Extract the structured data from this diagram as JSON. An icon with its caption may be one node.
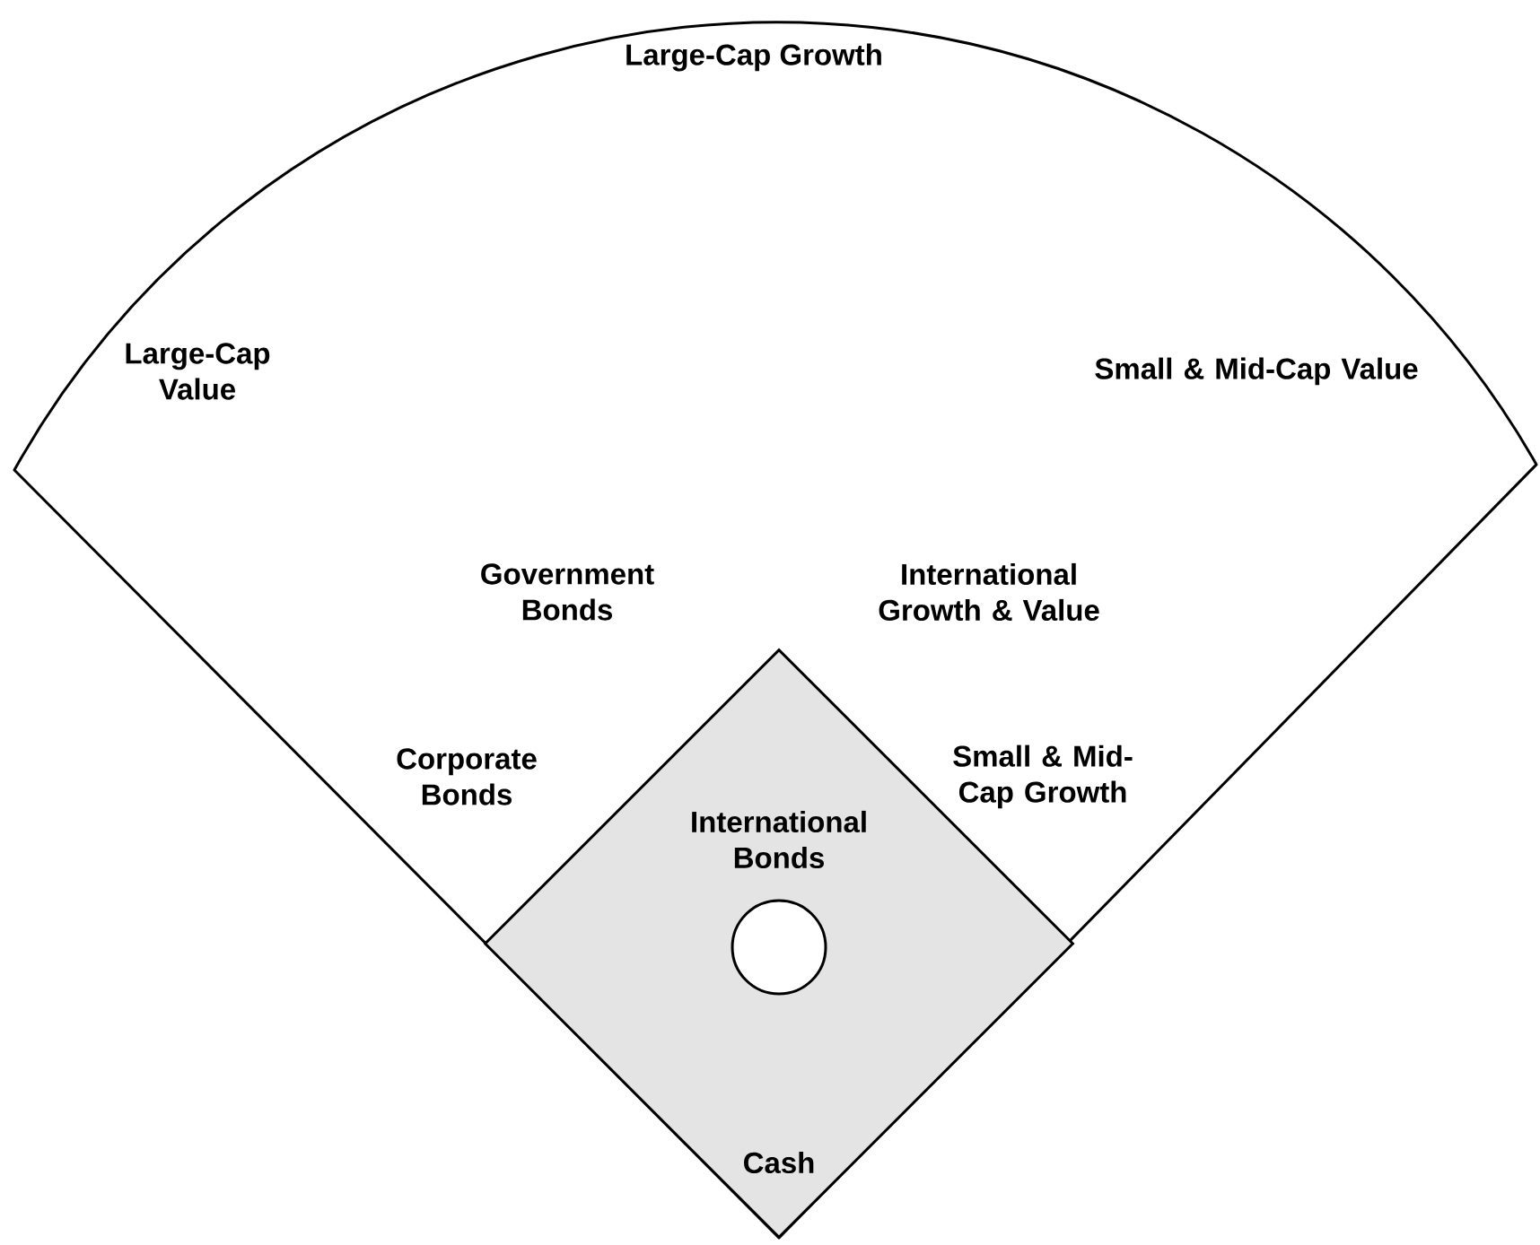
{
  "diagram": {
    "nodes": [
      {
        "text": [
          "Large-Cap Growth",
          "Large-Cap Value",
          "Small & Mid-Cap Value",
          "Government Bonds",
          "International Growth & Value",
          "Corporate Bonds",
          "Small & Mid-Cap Growth"
        ]
      },
      {
        "text": [
          "International Bonds",
          "Cash"
        ],
        "in": 0
      },
      {
        "text": [],
        "shape": "circle",
        "in": 1
      }
    ]
  }
}
